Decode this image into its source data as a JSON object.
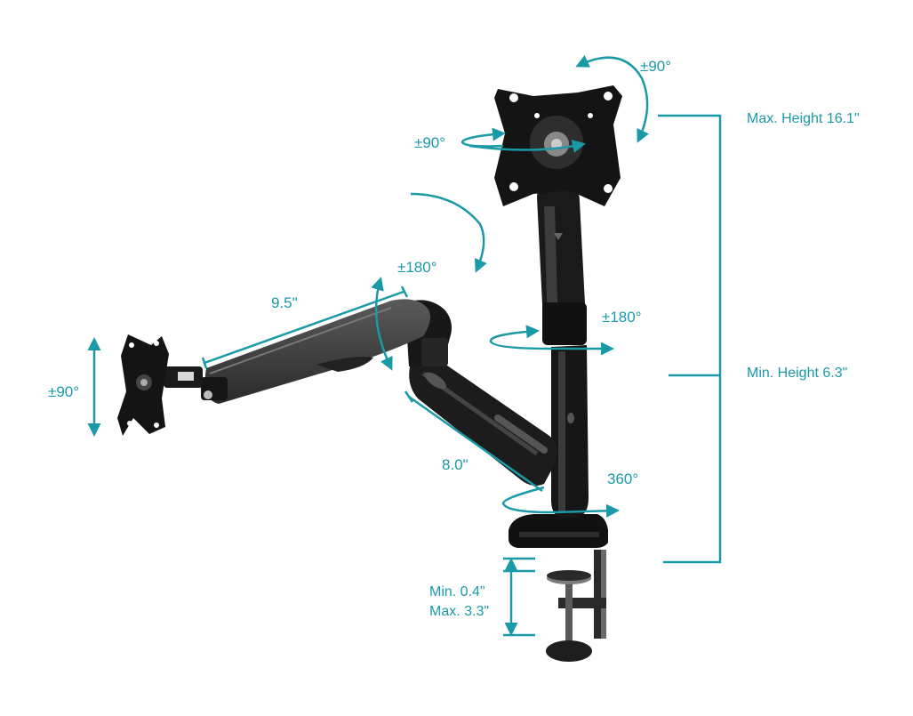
{
  "colors": {
    "accent": "#1a9aa6",
    "arm_dark": "#1b1b1b",
    "arm_grey": "#4a4a4a"
  },
  "labels": {
    "top_rotation": "±90°",
    "plate_tilt": "±90°",
    "max_height": "Max. Height 16.1\"",
    "min_height": "Min. Height 6.3\"",
    "upper_swivel": "±180°",
    "forearm_length": "9.5\"",
    "elbow_swivel": "±180°",
    "left_tilt": "±90°",
    "lower_arm_length": "8.0\"",
    "base_rotation": "360°",
    "clamp_min": "Min. 0.4\"",
    "clamp_max": "Max. 3.3\""
  }
}
